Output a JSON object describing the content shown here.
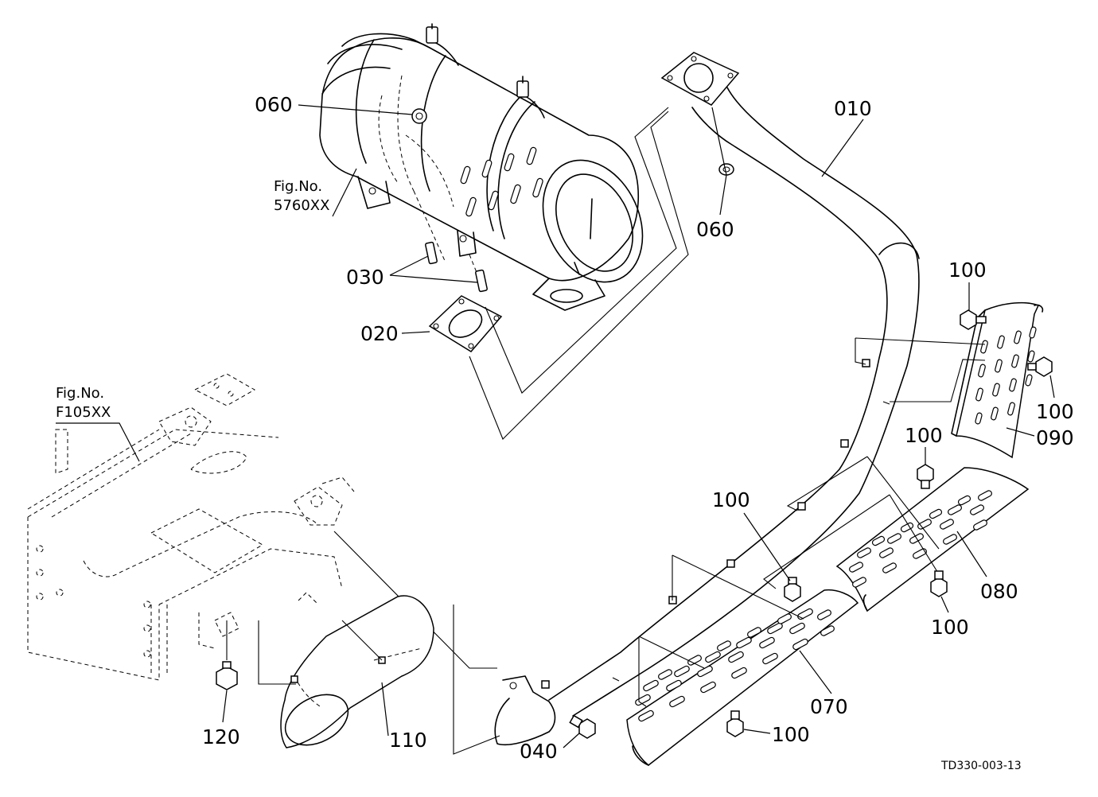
{
  "callouts": {
    "c010": "010",
    "c020": "020",
    "c030": "030",
    "c040": "040",
    "c060a": "060",
    "c060b": "060",
    "c070": "070",
    "c080": "080",
    "c090": "090",
    "c100a": "100",
    "c100b": "100",
    "c100c": "100",
    "c100d": "100",
    "c100e": "100",
    "c100f": "100",
    "c110": "110",
    "c120": "120"
  },
  "fig_refs": {
    "muffler": {
      "line1": "Fig.No.",
      "line2": "5760XX"
    },
    "frame": {
      "line1": "Fig.No.",
      "line2": "F105XX"
    }
  },
  "drawing_code": "TD330-003-13",
  "slot_rows": {
    "shield_070": [
      [
        812,
        900,
        20,
        0.78
      ],
      [
        851,
        882,
        20,
        0.78
      ],
      [
        890,
        864,
        20,
        0.78
      ],
      [
        929,
        846,
        20,
        0.78
      ],
      [
        968,
        828,
        20,
        0.78
      ],
      [
        1006,
        810,
        20,
        0.78
      ],
      [
        1040,
        793,
        18,
        0.78
      ],
      [
        808,
        880,
        20,
        0.78
      ],
      [
        847,
        862,
        20,
        0.78
      ],
      [
        886,
        844,
        20,
        0.78
      ],
      [
        925,
        826,
        20,
        0.78
      ],
      [
        964,
        808,
        20,
        0.78
      ],
      [
        1002,
        790,
        20,
        0.78
      ],
      [
        1036,
        773,
        18,
        0.78
      ],
      [
        818,
        862,
        20,
        0.78
      ],
      [
        857,
        844,
        20,
        0.78
      ],
      [
        896,
        826,
        20,
        0.78
      ],
      [
        935,
        808,
        20,
        0.78
      ],
      [
        974,
        790,
        20,
        0.78
      ],
      [
        1012,
        772,
        20,
        0.78
      ],
      [
        836,
        848,
        18,
        0.78
      ],
      [
        873,
        830,
        18,
        0.78
      ],
      [
        910,
        812,
        18,
        0.78
      ],
      [
        948,
        795,
        18,
        0.78
      ],
      [
        986,
        778,
        18,
        0.78
      ]
    ],
    "shield_080": [
      [
        1080,
        732,
        18,
        0.8
      ],
      [
        1118,
        714,
        18,
        0.8
      ],
      [
        1156,
        696,
        18,
        0.8
      ],
      [
        1194,
        678,
        18,
        0.8
      ],
      [
        1232,
        660,
        18,
        0.8
      ],
      [
        1076,
        713,
        18,
        0.8
      ],
      [
        1114,
        695,
        18,
        0.8
      ],
      [
        1152,
        677,
        18,
        0.8
      ],
      [
        1190,
        659,
        18,
        0.8
      ],
      [
        1228,
        641,
        18,
        0.8
      ],
      [
        1086,
        695,
        18,
        0.8
      ],
      [
        1124,
        677,
        18,
        0.8
      ],
      [
        1162,
        659,
        18,
        0.8
      ],
      [
        1200,
        641,
        18,
        0.8
      ],
      [
        1238,
        623,
        18,
        0.8
      ],
      [
        1104,
        680,
        16,
        0.8
      ],
      [
        1140,
        663,
        16,
        0.8
      ],
      [
        1176,
        646,
        16,
        0.8
      ],
      [
        1212,
        629,
        16,
        0.8
      ]
    ],
    "shield_090": [
      [
        1237,
        436,
        16,
        1.4
      ],
      [
        1258,
        430,
        16,
        1.4
      ],
      [
        1279,
        424,
        16,
        1.4
      ],
      [
        1298,
        418,
        14,
        1.4
      ],
      [
        1234,
        466,
        16,
        1.4
      ],
      [
        1255,
        460,
        16,
        1.4
      ],
      [
        1276,
        454,
        16,
        1.4
      ],
      [
        1296,
        448,
        14,
        1.4
      ],
      [
        1231,
        496,
        16,
        1.4
      ],
      [
        1252,
        490,
        16,
        1.4
      ],
      [
        1273,
        484,
        16,
        1.4
      ],
      [
        1293,
        478,
        14,
        1.4
      ],
      [
        1230,
        526,
        14,
        1.4
      ],
      [
        1250,
        520,
        16,
        1.4
      ],
      [
        1271,
        514,
        16,
        1.4
      ]
    ],
    "muffler_body": [
      [
        585,
        220,
        22,
        2.6
      ],
      [
        612,
        212,
        22,
        2.6
      ],
      [
        640,
        204,
        22,
        2.6
      ],
      [
        668,
        196,
        22,
        2.6
      ],
      [
        592,
        260,
        24,
        2.6
      ],
      [
        620,
        252,
        24,
        2.6
      ],
      [
        648,
        244,
        24,
        2.6
      ],
      [
        676,
        236,
        24,
        2.6
      ]
    ]
  }
}
